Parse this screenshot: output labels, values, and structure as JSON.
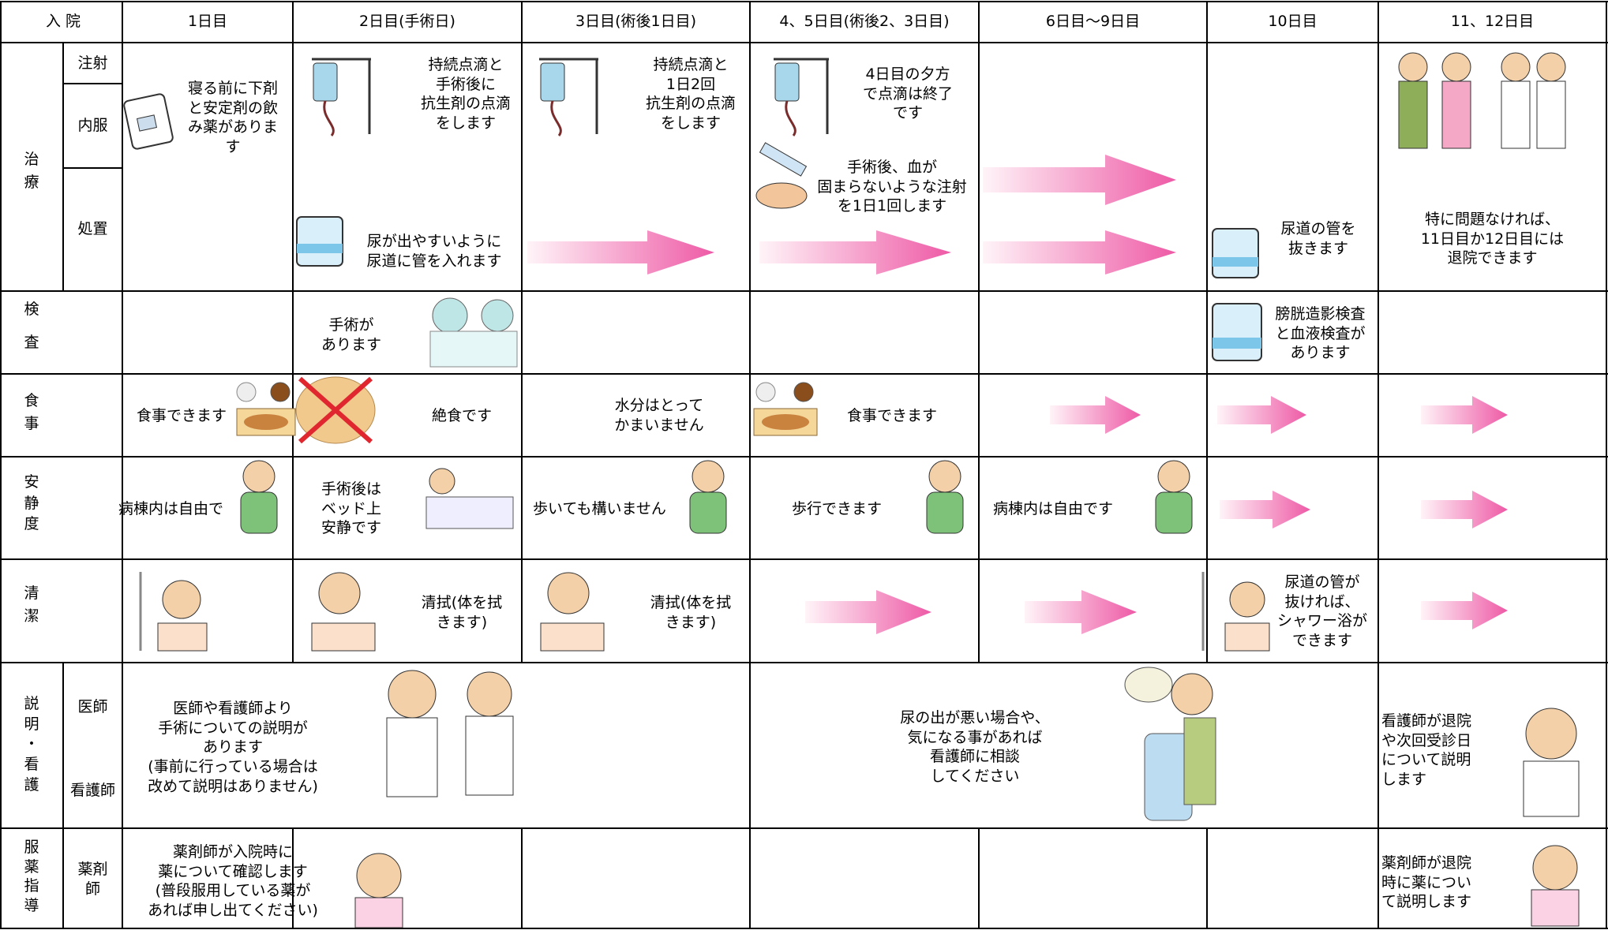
{
  "header": {
    "admission": "入 院",
    "day1": "1日目",
    "day2": "2日目(手術日)",
    "day3": "3日目(術後1日目)",
    "day45": "4、5日目(術後2、3日目)",
    "day69": "6日目〜9日目",
    "day10": "10日目",
    "day1112": "11、12日目"
  },
  "rows": {
    "treatment": "治\n療",
    "injection": "注射",
    "oral": "内服",
    "procedure": "処置",
    "exam": "検\n\n査",
    "meal": "食\n事",
    "rest": "安\n静\n度",
    "hygiene": "清\n潔",
    "explain": "説\n明\n・\n看\n護",
    "doctor": "医師",
    "nurse": "看護師",
    "medication": "服\n薬\n指\n導",
    "pharmacist": "薬剤\n師"
  },
  "cells": {
    "d1_oral": "寝る前に下剤\nと安定剤の飲\nみ薬がありま\nす",
    "d2_drip": "持続点滴と\n手術後に\n抗生剤の点滴\nをします",
    "d3_drip": "持続点滴と\n1日2回\n抗生剤の点滴\nをします",
    "d45_drip": "4日目の夕方\nで点滴は終了\nです",
    "d45_inj": "手術後、血が\n固まらないような注射\nを1日1回します",
    "d2_proc": "尿が出やすいように\n尿道に管を入れます",
    "d10_proc": "尿道の管を\n抜きます",
    "d1112_discharge": "特に問題なければ、\n11日目か12日目には\n退院できます",
    "d2_exam": "手術が\nあります",
    "d10_exam": "膀胱造影検査\nと血液検査が\nあります",
    "d1_meal": "食事できます",
    "d2_meal": "絶食です",
    "d3_meal": "水分はとって\nかまいません",
    "d45_meal": "食事できます",
    "d1_rest": "病棟内は自由で",
    "d2_rest": "手術後は\nベッド上\n安静です",
    "d3_rest": "歩いても構いません",
    "d45_rest": "歩行できます",
    "d69_rest": "病棟内は自由です",
    "d2_clean": "清拭(体を拭\nきます)",
    "d3_clean": "清拭(体を拭\nきます)",
    "d10_clean": "尿道の管が\n抜ければ、\nシャワー浴が\nできます",
    "explain_pre": "医師や看護師より\n手術についての説明が\nあります\n(事前に行っている場合は\n改めて説明はありません)",
    "explain_mid": "尿の出が悪い場合や、\n気になる事があれば\n看護師に相談\nしてください",
    "explain_end": "看護師が退院\nや次回受診日\nについて説明\nします",
    "med_start": "薬剤師が入院時に\n薬について確認します\n(普段服用している薬が\nあれば申し出てください)",
    "med_end": "薬剤師が退院\n時に薬につい\nて説明します"
  },
  "colors": {
    "grid": "#000000",
    "arrow_light": "#fde6f0",
    "arrow_dark": "#ee5aa6"
  }
}
